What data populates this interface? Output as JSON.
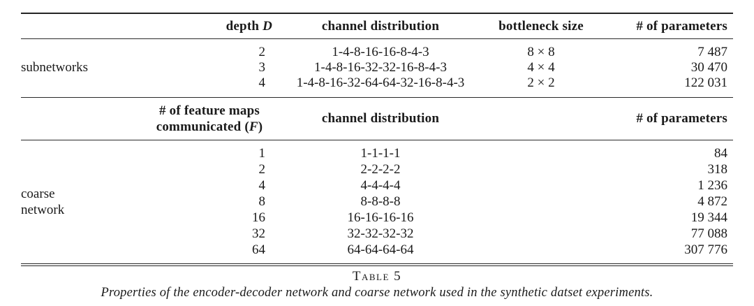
{
  "colors": {
    "text": "#1a1a1a",
    "background": "#ffffff",
    "rule": "#242424"
  },
  "table": {
    "section1": {
      "row_label": "subnetworks",
      "headers": {
        "depth_label": "depth",
        "depth_var": "D",
        "channel": "channel distribution",
        "bottleneck": "bottleneck size",
        "params": "# of parameters"
      },
      "rows": [
        {
          "depth": "2",
          "channel": "1-4-8-16-16-8-4-3",
          "bottleneck": "8 × 8",
          "params": "7 487"
        },
        {
          "depth": "3",
          "channel": "1-4-8-16-32-32-16-8-4-3",
          "bottleneck": "4 × 4",
          "params": "30 470"
        },
        {
          "depth": "4",
          "channel": "1-4-8-16-32-64-64-32-16-8-4-3",
          "bottleneck": "2 × 2",
          "params": "122 031"
        }
      ]
    },
    "section2": {
      "row_label_line1": "coarse",
      "row_label_line2": "network",
      "headers": {
        "feature_line1": "# of feature maps",
        "feature_line2_pre": "communicated (",
        "feature_var": "F",
        "feature_line2_post": ")",
        "channel": "channel distribution",
        "params": "# of parameters"
      },
      "rows": [
        {
          "f": "1",
          "channel": "1-1-1-1",
          "params": "84"
        },
        {
          "f": "2",
          "channel": "2-2-2-2",
          "params": "318"
        },
        {
          "f": "4",
          "channel": "4-4-4-4",
          "params": "1 236"
        },
        {
          "f": "8",
          "channel": "8-8-8-8",
          "params": "4 872"
        },
        {
          "f": "16",
          "channel": "16-16-16-16",
          "params": "19 344"
        },
        {
          "f": "32",
          "channel": "32-32-32-32",
          "params": "77 088"
        },
        {
          "f": "64",
          "channel": "64-64-64-64",
          "params": "307 776"
        }
      ]
    },
    "caption_label": "Table 5",
    "caption_text": "Properties of the encoder-decoder network and coarse network used in the synthetic datset experiments."
  }
}
